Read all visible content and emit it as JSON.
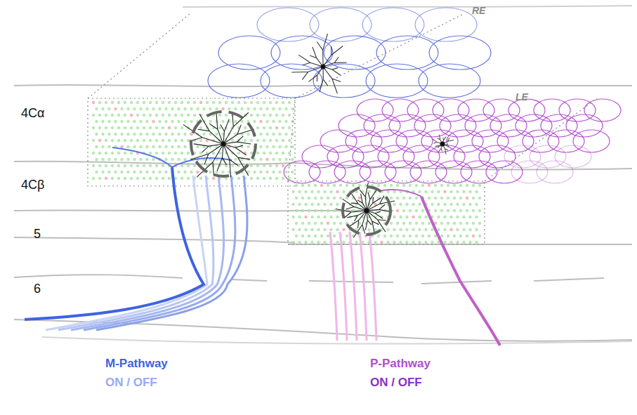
{
  "diagram": {
    "labels": [
      "RE",
      "LE",
      "4Cα",
      "4Cβ",
      "5",
      "6",
      "M-Pathway",
      "ON / OFF",
      "P-Pathway",
      "ON / OFF"
    ]
  }
}
